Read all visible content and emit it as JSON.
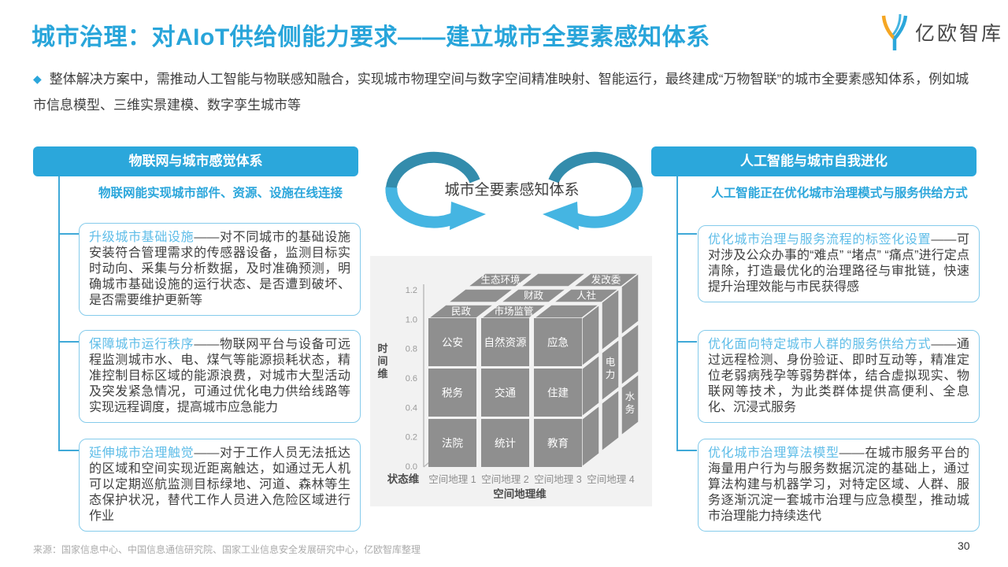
{
  "page": {
    "title": "城市治理：对AIoT供给侧能力要求——建立城市全要素感知体系",
    "page_number": "30",
    "source": "来源：国家信息中心、中国信息通信研究院、国家工业信息安全发展研究中心，亿欧智库整理"
  },
  "logo": {
    "text": "亿欧智库"
  },
  "intro": {
    "bullet": "◆",
    "text": "整体解决方案中，需推动人工智能与物联感知融合，实现城市物理空间与数字空间精准映射、智能运行，最终建成“万物智联”的城市全要素感知体系，例如城市信息模型、三维实景建模、数字孪生城市等"
  },
  "left_panel": {
    "header": "物联网与城市感觉体系",
    "subheader": "物联网能实现城市部件、资源、设施在线连接",
    "items": [
      {
        "lead": "升级城市基础设施",
        "body": "——对不同城市的基础设施安装符合管理需求的传感器设备，监测目标实时动向、采集与分析数据，及时准确预测，明确城市基础设施的运行状态、是否遭到破坏、是否需要维护更新等"
      },
      {
        "lead": "保障城市运行秩序",
        "body": "——物联网平台与设备可远程监测城市水、电、煤气等能源损耗状态，精准控制目标区域的能源浪费，对城市大型活动及突发紧急情况，可通过优化电力供给线路等实现远程调度，提高城市应急能力"
      },
      {
        "lead": "延伸城市治理触觉",
        "body": "——对于工作人员无法抵达的区域和空间实现近距离触达，如通过无人机可以定期巡航监测目标绿地、河道、森林等生态保护状况，替代工作人员进入危险区域进行作业"
      }
    ]
  },
  "right_panel": {
    "header": "人工智能与城市自我进化",
    "subheader": "人工智能正在优化城市治理模式与服务供给方式",
    "items": [
      {
        "lead": "优化城市治理与服务流程的标签化设置",
        "body": "——可对涉及公众办事的“难点” “堵点” “痛点”进行定点清除，打造最优化的治理路径与审批链，快速提升治理效能与市民获得感"
      },
      {
        "lead": "优化面向特定城市人群的服务供给方式",
        "body": "——通过远程检测、身份验证、即时互动等，精准定位老弱病残孕等弱势群体，结合虚拟现实、物联网等技术，为此类群体提供高便利、全息化、沉浸式服务"
      },
      {
        "lead": "优化城市治理算法模型",
        "body": "——在城市服务平台的海量用户行为与服务数据沉淀的基础上，通过算法构建与机器学习，对特定区域、人群、服务逐渐沉淀一套城市治理与应急模型，推动城市治理能力持续迭代"
      }
    ]
  },
  "center": {
    "loop_label": "城市全要素感知体系"
  },
  "colors": {
    "accent": "#2BA6DB",
    "lead_text": "#5FBDE8",
    "box_border": "#85CBEB",
    "ribbon_dark": "#338CAC",
    "ribbon_light": "#45B5E2",
    "cube_face": "#8F8F8F",
    "panel_bg": "#F2F2F2",
    "body_text": "#3F3F3F",
    "source_text": "#ABABAB"
  },
  "chart_data": {
    "type": "3d-cube",
    "title": "城市全要素感知体系立方体：时间维 × 空间地理维 × 状态维",
    "x_axis": {
      "label": "空间地理维",
      "ticks": [
        "空间地理 1",
        "空间地理 2",
        "空间地理 3",
        "空间地理 4"
      ]
    },
    "y_axis": {
      "label": "时间维",
      "ticks": [
        "0.0",
        "0.2",
        "0.4",
        "0.6",
        "0.8",
        "1.0",
        "1.2"
      ]
    },
    "z_axis": {
      "label": "状态维"
    },
    "front": [
      [
        "公安",
        "自然资源",
        "应急"
      ],
      [
        "税务",
        "交通",
        "住建"
      ],
      [
        "法院",
        "统计",
        "教育"
      ]
    ],
    "top_layers": [
      [
        "民政",
        "市场监管",
        null
      ],
      [
        null,
        "财政",
        "人社"
      ],
      [
        "生态环境",
        null,
        "发改委"
      ]
    ],
    "side_labels": [
      {
        "layer": 1,
        "row": 1,
        "label": "电力"
      },
      {
        "layer": 2,
        "row": 2,
        "label": "水务"
      }
    ],
    "legend": "off",
    "grid": "off"
  }
}
